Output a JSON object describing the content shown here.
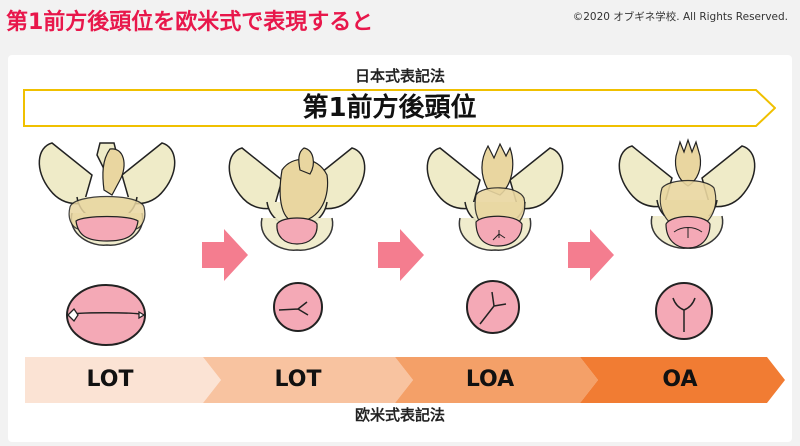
{
  "header": {
    "title": "第1前方後頭位を欧米式で表現すると",
    "copyright": "©2020 オブギネ学校. All Rights Reserved."
  },
  "diagram": {
    "japanese_system_label": "日本式表記法",
    "position_name": "第1前方後頭位",
    "western_system_label": "欧米式表記法",
    "stages": [
      {
        "label": "LOT"
      },
      {
        "label": "LOT"
      },
      {
        "label": "LOA"
      },
      {
        "label": "OA"
      }
    ]
  },
  "colors": {
    "title": "#e8174b",
    "banner_border": "#f0c000",
    "arrow": "#f47d8f",
    "bone": "#efebc8",
    "head": "#f4a9b6",
    "band": [
      "#fbe3d4",
      "#f8c3a0",
      "#f4a068",
      "#f17c33"
    ]
  }
}
